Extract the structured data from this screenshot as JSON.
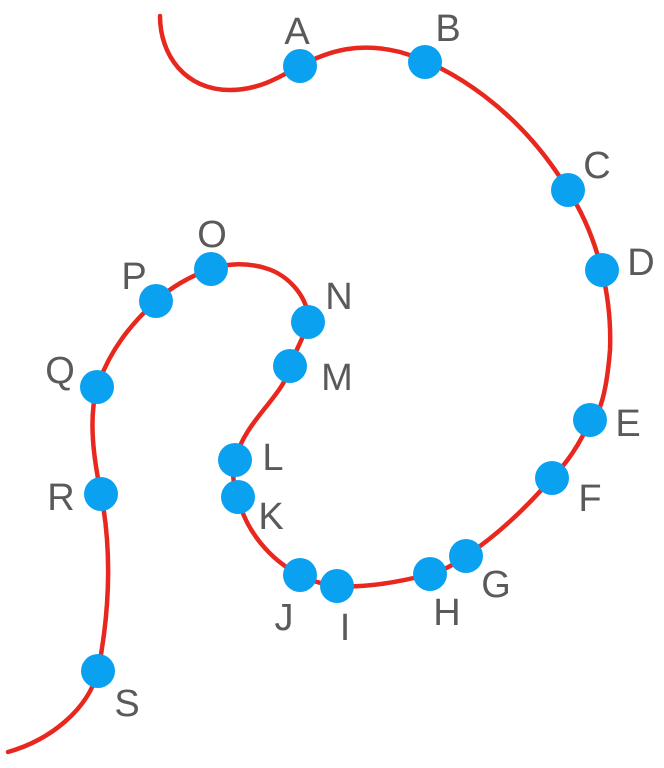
{
  "colors": {
    "curve": "#e8281e",
    "point": "#0aa2f0",
    "label": "#5a5a5a",
    "background": "#ffffff"
  },
  "points": [
    {
      "id": "A",
      "label": "A"
    },
    {
      "id": "B",
      "label": "B"
    },
    {
      "id": "C",
      "label": "C"
    },
    {
      "id": "D",
      "label": "D"
    },
    {
      "id": "E",
      "label": "E"
    },
    {
      "id": "F",
      "label": "F"
    },
    {
      "id": "G",
      "label": "G"
    },
    {
      "id": "H",
      "label": "H"
    },
    {
      "id": "I",
      "label": "I"
    },
    {
      "id": "J",
      "label": "J"
    },
    {
      "id": "K",
      "label": "K"
    },
    {
      "id": "L",
      "label": "L"
    },
    {
      "id": "M",
      "label": "M"
    },
    {
      "id": "N",
      "label": "N"
    },
    {
      "id": "O",
      "label": "O"
    },
    {
      "id": "P",
      "label": "P"
    },
    {
      "id": "Q",
      "label": "Q"
    },
    {
      "id": "R",
      "label": "R"
    },
    {
      "id": "S",
      "label": "S"
    }
  ]
}
